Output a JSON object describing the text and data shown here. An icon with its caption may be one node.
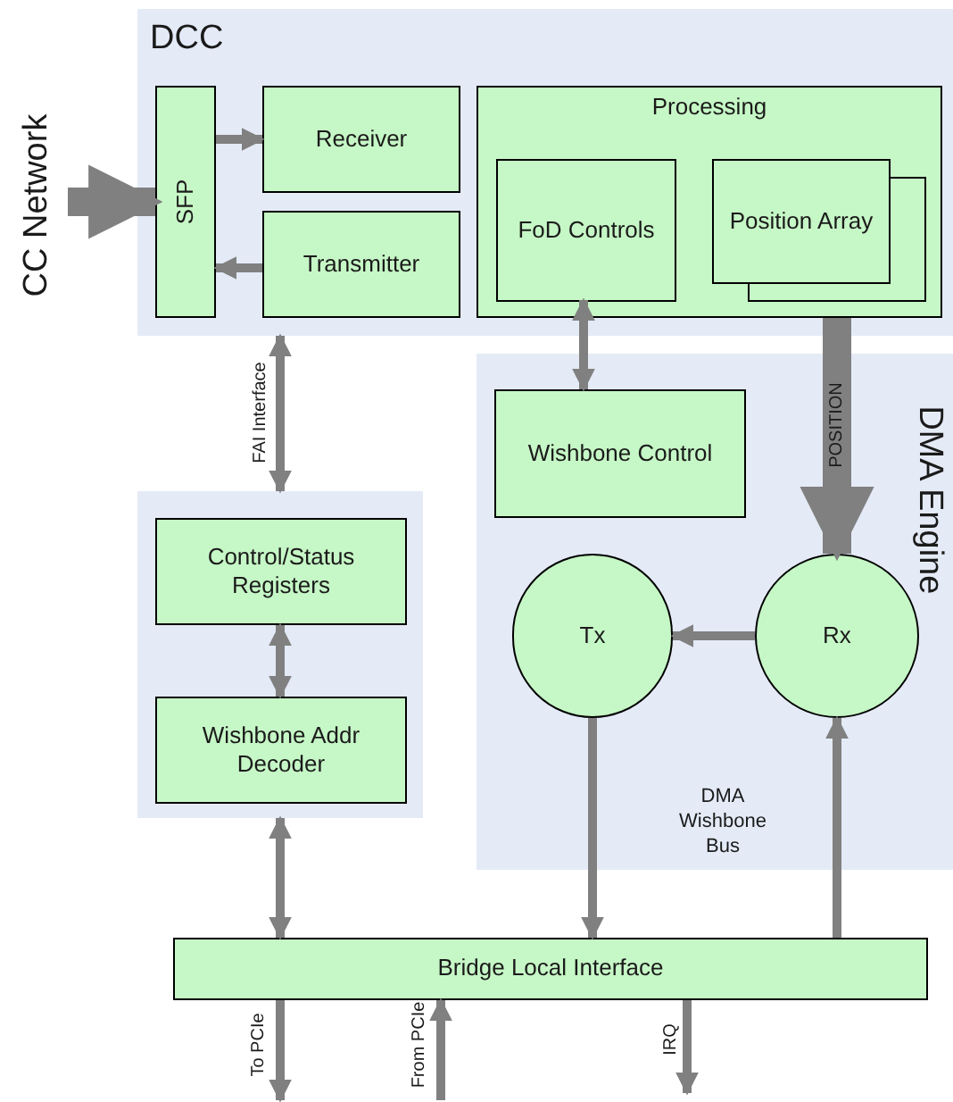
{
  "diagram": {
    "nodes": [
      {
        "text": [
          "DCC"
        ]
      },
      {
        "text": [
          "SFP"
        ],
        "in": 0
      },
      {
        "text": [
          "Receiver"
        ],
        "in": 0
      },
      {
        "text": [
          "Transmitter"
        ],
        "in": 0
      },
      {
        "text": [
          "Processing"
        ],
        "in": 0
      },
      {
        "text": [
          "FoD Controls"
        ],
        "in": 4
      },
      {
        "text": [
          "Position Array"
        ],
        "in": 4
      },
      {
        "text": [
          "DMA Engine"
        ]
      },
      {
        "text": [
          "Wishbone Control"
        ],
        "in": 7
      },
      {
        "text": [
          "Tx"
        ],
        "in": 7
      },
      {
        "text": [
          "Rx"
        ],
        "in": 7
      },
      {
        "text": [],
        "shape": "box"
      },
      {
        "text": [
          "Control/Status Registers"
        ],
        "in": 11
      },
      {
        "text": [
          "Wishbone Addr Decoder"
        ],
        "in": 11
      },
      {
        "text": [
          "Bridge Local Interface"
        ]
      },
      {
        "text": [
          "CC Network"
        ]
      }
    ],
    "edges": [
      {
        "from": 15,
        "to": 1,
        "arrow": "to",
        "style": "thick"
      },
      {
        "from": 1,
        "to": 2,
        "arrow": "to"
      },
      {
        "from": 3,
        "to": 1,
        "arrow": "to"
      },
      {
        "from": 5,
        "to": 8,
        "arrow": "both"
      },
      {
        "from": 0,
        "to": 11,
        "arrow": "both",
        "label": "FAI Interface"
      },
      {
        "from": 4,
        "to": 10,
        "arrow": "to",
        "style": "thick",
        "label": "POSITION"
      },
      {
        "from": 10,
        "to": 9,
        "arrow": "to"
      },
      {
        "from": 12,
        "to": 13,
        "arrow": "both"
      },
      {
        "from": 11,
        "to": 14,
        "arrow": "both"
      },
      {
        "from": 9,
        "to": 14,
        "arrow": "to"
      },
      {
        "from": 14,
        "to": 10,
        "arrow": "to"
      },
      {
        "from": 14,
        "to": null,
        "arrow": "to",
        "label": "To PCIe"
      },
      {
        "from": null,
        "to": 14,
        "arrow": "to",
        "label": "From PCIe"
      },
      {
        "from": 14,
        "to": null,
        "arrow": "to",
        "label": "IRQ"
      }
    ],
    "labels": [
      "DMA Wishbone Bus"
    ]
  }
}
